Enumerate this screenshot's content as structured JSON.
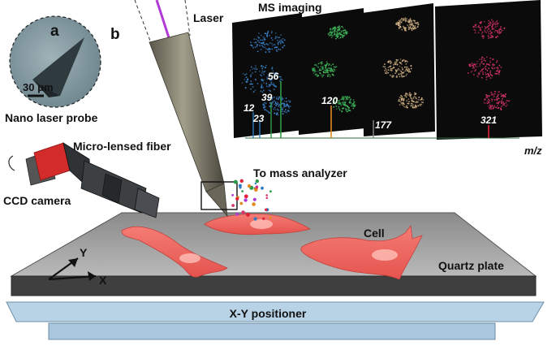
{
  "panels": {
    "a": "a",
    "b": "b"
  },
  "inset": {
    "scale_bar": "30 μm",
    "caption": "Nano laser probe"
  },
  "labels": {
    "laser": "Laser",
    "ms_imaging": "MS imaging",
    "fiber": "Micro-lensed fiber",
    "to_ms": "To mass analyzer",
    "ccd": "CCD camera",
    "cell": "Cell",
    "quartz": "Quartz plate",
    "positioner": "X-Y positioner",
    "axis_x": "X",
    "axis_y": "Y",
    "mz": "m/z"
  },
  "peaks": [
    {
      "label": "12",
      "color": "#2e7bbf"
    },
    {
      "label": "23",
      "color": "#2e7bbf"
    },
    {
      "label": "39",
      "color": "#2f9a4a"
    },
    {
      "label": "56",
      "color": "#2f9a4a"
    },
    {
      "label": "120",
      "color": "#e08a1e"
    },
    {
      "label": "177",
      "color": "#888888"
    },
    {
      "label": "321",
      "color": "#e0223a"
    }
  ],
  "images": [
    {
      "name": "blue",
      "color": "#3d8ad6"
    },
    {
      "name": "green",
      "color": "#3fb85a"
    },
    {
      "name": "tan",
      "color": "#d9b88a"
    },
    {
      "name": "magenta",
      "color": "#d8346e"
    }
  ]
}
